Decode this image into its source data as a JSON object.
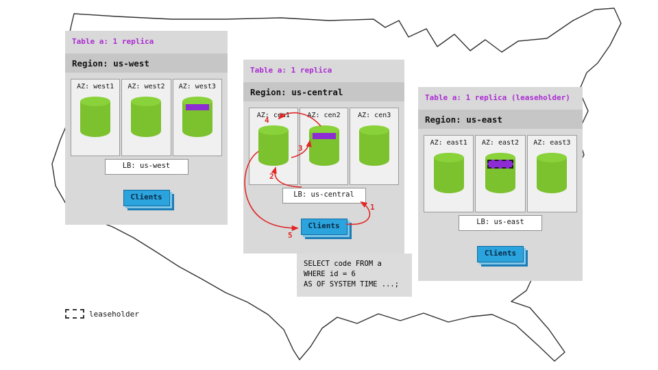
{
  "colors": {
    "accent_purple": "#ab2bd2",
    "replica_band_purple": "#8d2bd4",
    "cylinder_green": "#7cc12e",
    "clients_blue": "#2ba3dc",
    "arrow_red": "#e02626",
    "panel_gray": "#d9d9d9"
  },
  "legend": {
    "label": "leaseholder"
  },
  "sql_box": {
    "lines": [
      "SELECT code FROM a",
      "WHERE id = 6",
      "AS OF SYSTEM TIME ...;"
    ]
  },
  "arrows": {
    "n1": "1",
    "n2": "2",
    "n3": "3",
    "n4": "4",
    "n5": "5"
  },
  "panels": {
    "west": {
      "table_label": "Table a: 1 replica",
      "region_label": "Region: us-west",
      "lb_label": "LB: us-west",
      "clients_label": "Clients",
      "azs": [
        {
          "label": "AZ: west1",
          "replica": false,
          "leaseholder": false
        },
        {
          "label": "AZ: west2",
          "replica": false,
          "leaseholder": false
        },
        {
          "label": "AZ: west3",
          "replica": true,
          "leaseholder": false
        }
      ]
    },
    "central": {
      "table_label": "Table a: 1 replica",
      "region_label": "Region: us-central",
      "lb_label": "LB: us-central",
      "clients_label": "Clients",
      "azs": [
        {
          "label": "AZ: cen1",
          "replica": false,
          "leaseholder": false
        },
        {
          "label": "AZ: cen2",
          "replica": true,
          "leaseholder": false
        },
        {
          "label": "AZ: cen3",
          "replica": false,
          "leaseholder": false
        }
      ]
    },
    "east": {
      "table_label": "Table a: 1 replica (leaseholder)",
      "region_label": "Region: us-east",
      "lb_label": "LB: us-east",
      "clients_label": "Clients",
      "azs": [
        {
          "label": "AZ: east1",
          "replica": false,
          "leaseholder": false
        },
        {
          "label": "AZ: east2",
          "replica": true,
          "leaseholder": true
        },
        {
          "label": "AZ: east3",
          "replica": false,
          "leaseholder": false
        }
      ]
    }
  }
}
